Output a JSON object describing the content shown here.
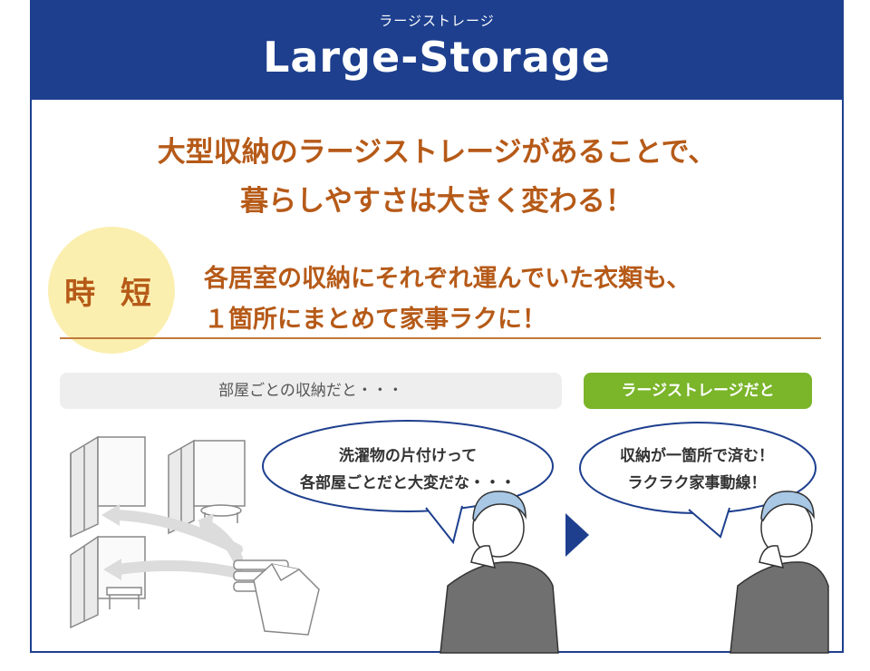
{
  "header": {
    "subtitle": "ラージストレージ",
    "title": "Large-Storage"
  },
  "headline": {
    "line1": "大型収納のラージストレージがあることで、",
    "line2": "暮らしやすさは大きく変わる！"
  },
  "feature": {
    "badge": "時 短",
    "line1": "各居室の収納にそれぞれ運んでいた衣類も、",
    "line2": "１箇所にまとめて家事ラクに！"
  },
  "compare": {
    "before_label": "部屋ごとの収納だと・・・",
    "after_label": "ラージストレージだと"
  },
  "bubbles": {
    "before_line1": "洗濯物の片付けって",
    "before_line2": "各部屋ごとだと大変だな・・・",
    "after_line1": "収納が一箇所で済む！",
    "after_line2": "ラクラク家事動線！"
  },
  "colors": {
    "header_bg": "#1d3f8e",
    "headline": "#b65a18",
    "badge_bg": "#fbefb0",
    "after_pill": "#7ab52a",
    "before_pill": "#eeeeee"
  }
}
